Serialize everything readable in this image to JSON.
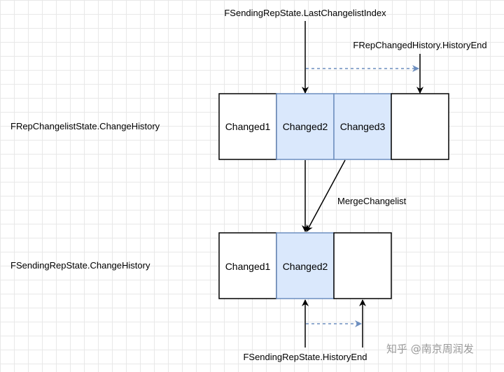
{
  "labels": {
    "last_changelist_index": "FSendingRepState.LastChangelistIndex",
    "history_end_top": "FRepChangedHistory.HistoryEnd",
    "change_history_top": "FRepChangelistState.ChangeHistory",
    "merge": "MergeChangelist",
    "change_history_bottom": "FSendingRepState.ChangeHistory",
    "history_end_bottom": "FSendingRepState.HistoryEnd"
  },
  "top_row": {
    "cells": [
      {
        "label": "Changed1",
        "highlighted": false
      },
      {
        "label": "Changed2",
        "highlighted": true
      },
      {
        "label": "Changed3",
        "highlighted": true
      },
      {
        "label": "",
        "highlighted": false
      }
    ]
  },
  "bottom_row": {
    "cells": [
      {
        "label": "Changed1",
        "highlighted": false
      },
      {
        "label": "Changed2",
        "highlighted": true
      },
      {
        "label": "",
        "highlighted": false
      }
    ]
  },
  "watermark": "知乎 @南京周润发",
  "colors": {
    "highlight_fill": "#dae8fc",
    "highlight_stroke": "#6c8ebf",
    "dashed_arrow": "#6c8ebf",
    "stroke": "#000000"
  }
}
